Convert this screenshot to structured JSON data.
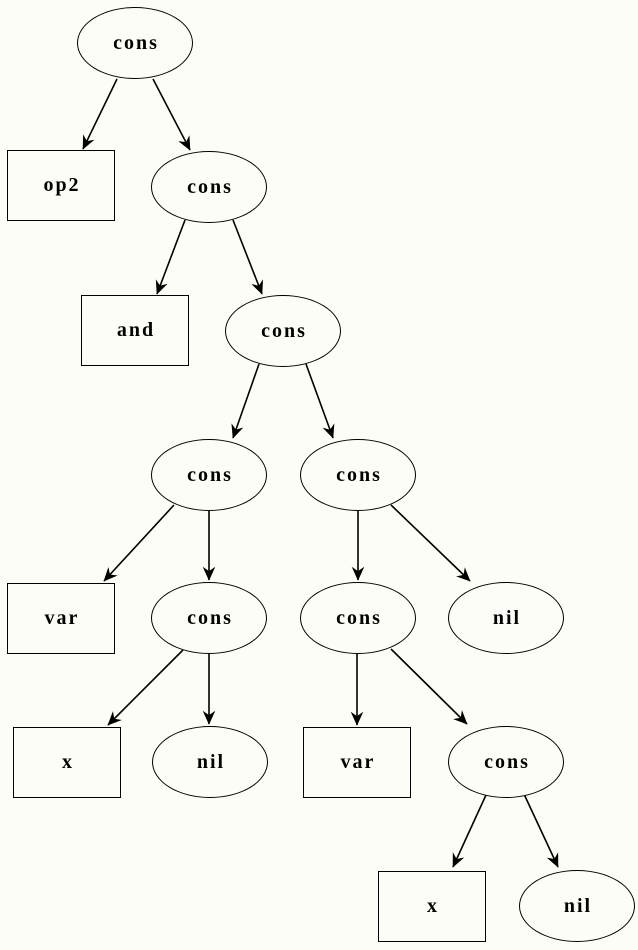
{
  "diagram": {
    "type": "tree",
    "description": "Directed tree of cons cells (Graphviz-style AST rendering)",
    "colors": {
      "background": "#fdfdf8",
      "node_stroke": "#000000",
      "edge_stroke": "#000000",
      "text": "#000000"
    },
    "nodes": [
      {
        "id": "n0",
        "label": "cons",
        "shape": "ellipse"
      },
      {
        "id": "n1",
        "label": "op2",
        "shape": "box"
      },
      {
        "id": "n2",
        "label": "cons",
        "shape": "ellipse"
      },
      {
        "id": "n3",
        "label": "and",
        "shape": "box"
      },
      {
        "id": "n4",
        "label": "cons",
        "shape": "ellipse"
      },
      {
        "id": "n5",
        "label": "cons",
        "shape": "ellipse"
      },
      {
        "id": "n6",
        "label": "cons",
        "shape": "ellipse"
      },
      {
        "id": "n7",
        "label": "var",
        "shape": "box"
      },
      {
        "id": "n8",
        "label": "cons",
        "shape": "ellipse"
      },
      {
        "id": "n9",
        "label": "cons",
        "shape": "ellipse"
      },
      {
        "id": "n10",
        "label": "nil",
        "shape": "ellipse"
      },
      {
        "id": "n11",
        "label": "x",
        "shape": "box"
      },
      {
        "id": "n12",
        "label": "nil",
        "shape": "ellipse"
      },
      {
        "id": "n13",
        "label": "var",
        "shape": "box"
      },
      {
        "id": "n14",
        "label": "cons",
        "shape": "ellipse"
      },
      {
        "id": "n15",
        "label": "x",
        "shape": "box"
      },
      {
        "id": "n16",
        "label": "nil",
        "shape": "ellipse"
      }
    ],
    "edges": [
      {
        "from": "n0",
        "to": "n1"
      },
      {
        "from": "n0",
        "to": "n2"
      },
      {
        "from": "n2",
        "to": "n3"
      },
      {
        "from": "n2",
        "to": "n4"
      },
      {
        "from": "n4",
        "to": "n5"
      },
      {
        "from": "n4",
        "to": "n6"
      },
      {
        "from": "n5",
        "to": "n7"
      },
      {
        "from": "n5",
        "to": "n8"
      },
      {
        "from": "n6",
        "to": "n9"
      },
      {
        "from": "n6",
        "to": "n10"
      },
      {
        "from": "n8",
        "to": "n11"
      },
      {
        "from": "n8",
        "to": "n12"
      },
      {
        "from": "n9",
        "to": "n13"
      },
      {
        "from": "n9",
        "to": "n14"
      },
      {
        "from": "n14",
        "to": "n15"
      },
      {
        "from": "n14",
        "to": "n16"
      }
    ]
  }
}
